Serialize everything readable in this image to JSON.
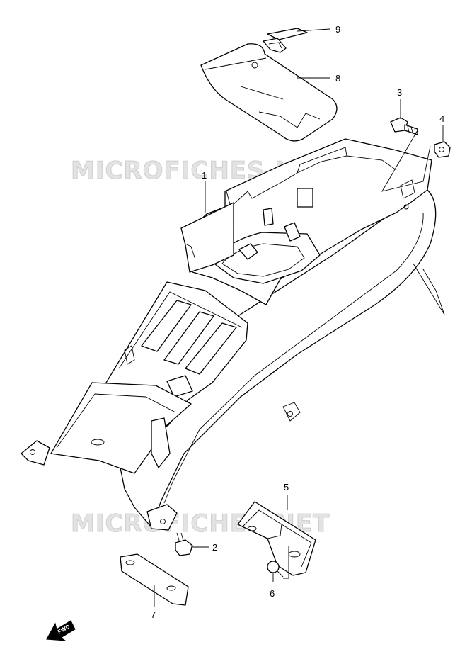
{
  "watermarks": [
    "MICROFICHES.NET",
    "MICROFICHES.NET"
  ],
  "fwd_label": "FWD",
  "callouts": [
    {
      "id": "1",
      "label": "1"
    },
    {
      "id": "2",
      "label": "2"
    },
    {
      "id": "3",
      "label": "3"
    },
    {
      "id": "4",
      "label": "4"
    },
    {
      "id": "5",
      "label": "5"
    },
    {
      "id": "6",
      "label": "6"
    },
    {
      "id": "7",
      "label": "7"
    },
    {
      "id": "8",
      "label": "8"
    },
    {
      "id": "9",
      "label": "9"
    }
  ]
}
